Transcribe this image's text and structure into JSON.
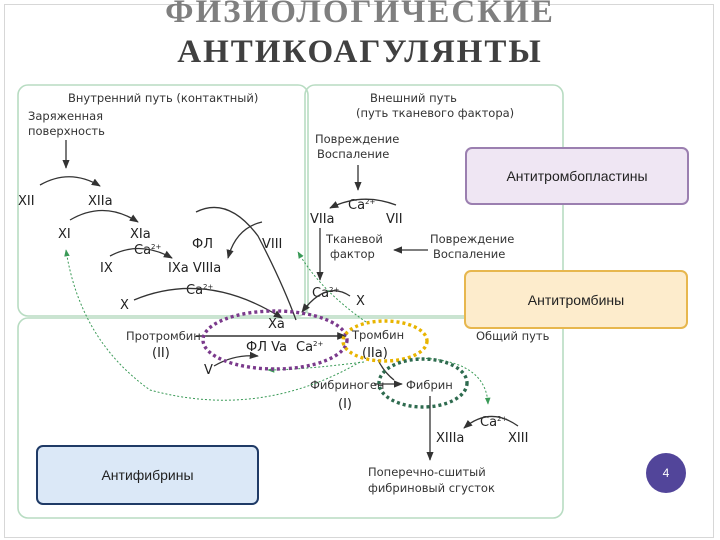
{
  "slide": {
    "title_line1": "ФИЗИОЛОГИЧЕСКИЕ",
    "title_line2": "АНТИКОАГУЛЯНТЫ",
    "page_number": "4"
  },
  "callouts": {
    "antithromboplastins": "Антитромбопластины",
    "antithrombins": "Антитромбины",
    "antifibrins": "Антифибрины"
  },
  "diagram": {
    "intrinsic_title": "Внутренний путь (контактный)",
    "charged_surface_1": "Заряженная",
    "charged_surface_2": "поверхность",
    "extrinsic_title_1": "Внешний путь",
    "extrinsic_title_2": "(путь тканевого фактора)",
    "damage": "Повреждение",
    "inflammation": "Воспаление",
    "damage2": "Повреждение",
    "inflammation2": "Воспаление",
    "tissue_factor_1": "Тканевой",
    "tissue_factor_2": "фактор",
    "common_title": "Общий путь",
    "prothrombin": "Протромбин",
    "prothrombin_code": "(II)",
    "thrombin": "Тромбин",
    "thrombin_code": "(IIa)",
    "fibrinogen": "Фибриноген",
    "fibrinogen_code": "(I)",
    "fibrin": "Фибрин",
    "clot_1": "Поперечно-сшитый",
    "clot_2": "фибриновый сгусток",
    "f_XII": "XII",
    "f_XIIa": "XIIa",
    "f_XI": "XI",
    "f_XIa": "XIa",
    "f_IX": "IX",
    "f_IXa_VIIIa": "IXa VIIIa",
    "f_PL1": "ФЛ",
    "f_VIII": "VIII",
    "f_X_left": "X",
    "f_VIIa": "VIIa",
    "f_VII": "VII",
    "f_X_right": "X",
    "f_Xa": "Xa",
    "f_PL_Va": "ФЛ Va",
    "f_V": "V",
    "f_XIIIa": "XIIIa",
    "f_XIII": "XIII",
    "ca": "Ca",
    "ca_sup": "2+"
  },
  "colors": {
    "antithromboplastin_ring": "#7b3a8c",
    "antithrombin_ring": "#e8b400",
    "antifibrin_ring": "#2e6b4f",
    "feedback_arrow": "#3a9a57",
    "region_border": "#b8dcc2"
  }
}
